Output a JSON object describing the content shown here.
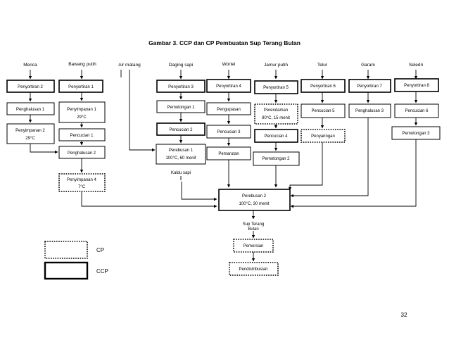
{
  "title": "Gambar 3. CCP dan CP Pembuatan Sup Terang Bulan",
  "page_number": "32",
  "ingredients": {
    "merica": "Merica",
    "bawang_putih": "Bawang putih",
    "air_matang": "Air matang",
    "daging_sapi": "Daging sapi",
    "wortel": "Wortel",
    "jamur_putih": "Jamur putih",
    "telur": "Telur",
    "garam": "Garam",
    "seledri": "Seledri"
  },
  "steps": {
    "penyortiran2": "Penyortiran 2",
    "penghalusan1": "Penghalusan 1",
    "penyimpanan2_a": "Penyimpanan 2",
    "penyimpanan2_b": "29°C",
    "penyortiran1": "Penyortiran 1",
    "penyimpanan1_a": "Penyimpanan 1",
    "penyimpanan1_b": "29°C",
    "pencucian1": "Pencucian 1",
    "penghalusan2": "Penghalusan 2",
    "penyimpanan4_a": "Penyimpanan 4",
    "penyimpanan4_b": "7°C",
    "penyortiran3": "Penyortiran 3",
    "pemotongan1": "Pemotongan 1",
    "pencucian2": "Pencucian 2",
    "perebusan1_a": "Perebusan 1",
    "perebusan1_b": "100°C, 60 menit",
    "kaldu_sapi": "Kaldu sapi",
    "penyortiran4": "Penyortiran 4",
    "pengupasan": "Pengupasan",
    "pencucian3": "Pencucian 3",
    "pemarutan": "Pemarutan",
    "penyortiran5": "Penyortiran 5",
    "perendaman_a": "Perendaman",
    "perendaman_b": "80°C, 15 menit",
    "pencucian4": "Pencucian 4",
    "pemotongan2": "Pemotongan 2",
    "penyortiran6": "Penyortiran 6",
    "pencucian5": "Pencucian 5",
    "penyaringan": "Penyaringan",
    "penyortiran7": "Penyortiran 7",
    "penghalusan3": "Penghalusan 3",
    "penyortiran8": "Penyortiran 8",
    "pencucian6": "Pencucian 6",
    "pemotongan3": "Pemotongan 3",
    "perebusan2_a": "Perebusan 2",
    "perebusan2_b": "100°C, 30 menit",
    "product_a": "Sup Terang",
    "product_b": "Bulan",
    "pemorsian": "Pemorsian",
    "pendistribusian": "Pendistribusian"
  },
  "legend": {
    "cp": "CP",
    "ccp": "CCP"
  }
}
